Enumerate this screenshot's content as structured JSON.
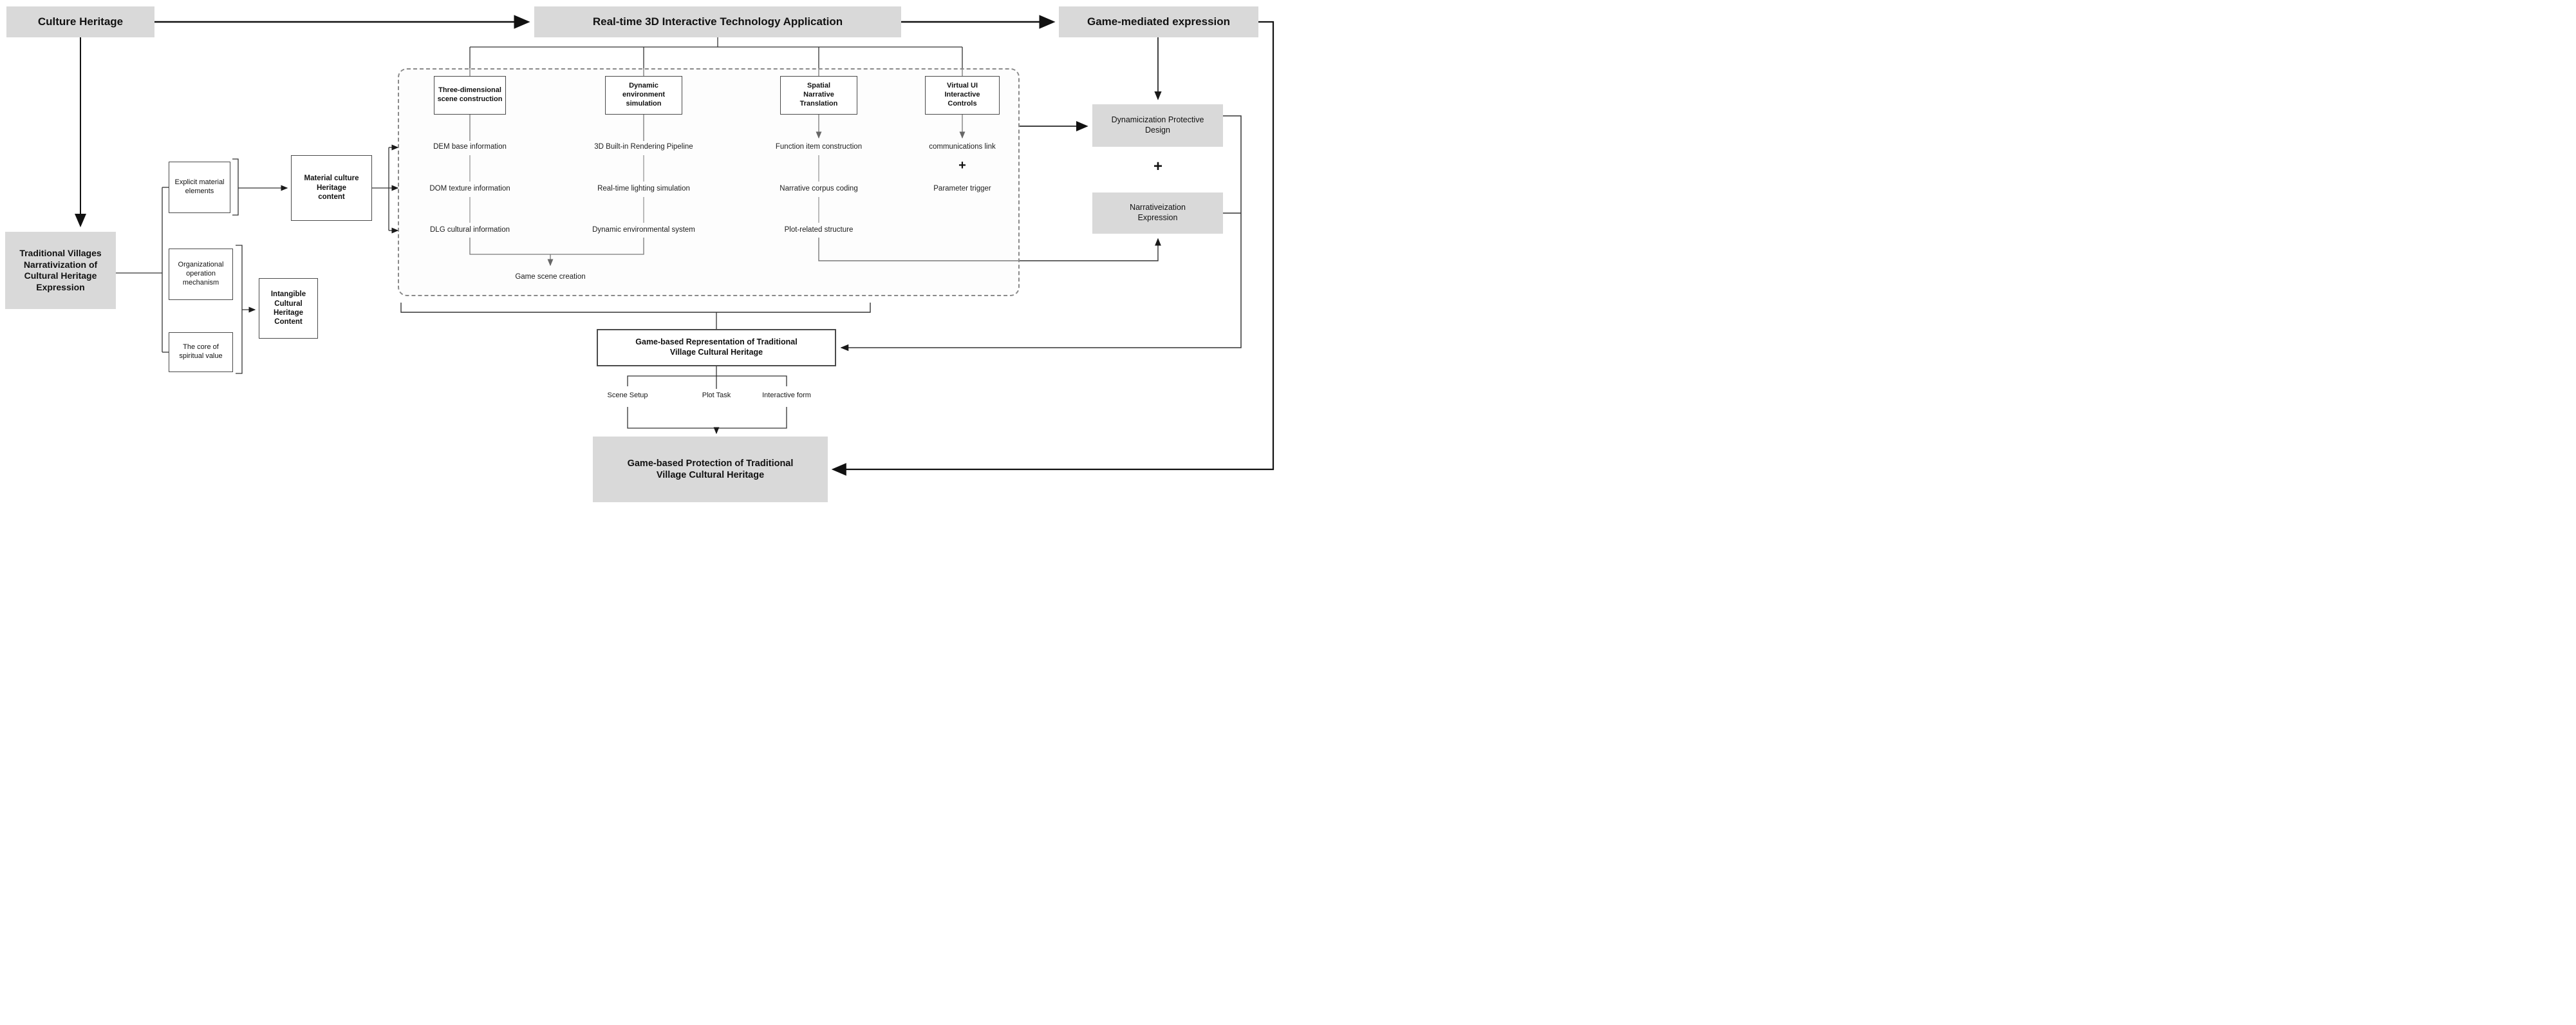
{
  "colors": {
    "node_fill_gray": "#d9d9d9",
    "node_border": "#4a4a4a",
    "line": "#1a1a1a",
    "dashed_border": "#8a8a8a"
  },
  "flow": {
    "culture_heritage": "Culture Heritage",
    "realtime_3d": "Real-time 3D Interactive Technology Application",
    "game_mediated": "Game-mediated expression"
  },
  "left_branch": {
    "traditional_villages": "Traditional Villages Narrativization of Cultural Heritage Expression",
    "explicit_material": "Explicit material elements",
    "organizational_mechanism": "Organizational operation mechanism",
    "spiritual_core": "The core of spiritual value",
    "material_heritage": "Material culture Heritage content",
    "intangible_heritage": "Intangible Cultural Heritage Content"
  },
  "module": {
    "columns": [
      {
        "title": "Three-dimensional scene construction",
        "items": [
          "DEM base information",
          "DOM texture information",
          "DLG cultural information"
        ]
      },
      {
        "title": "Dynamic environment simulation",
        "items": [
          "3D Built-in Rendering Pipeline",
          "Real-time lighting simulation",
          "Dynamic environmental system"
        ]
      },
      {
        "title": "Spatial Narrative Translation",
        "items": [
          "Function item construction",
          "Narrative corpus coding",
          "Plot-related structure"
        ]
      },
      {
        "title": "Virtual UI Interactive Controls",
        "items": [
          "communications link",
          "Parameter trigger"
        ],
        "joiner": "+"
      }
    ],
    "scene_label": "Game scene creation"
  },
  "right_branch": {
    "dynamicization": "Dynamicization Protective Design",
    "joiner": "+",
    "narrativeization": "Narrativeization Expression"
  },
  "bottom": {
    "representation": "Game-based Representation of Traditional Village Cultural Heritage",
    "aspects": [
      "Scene Setup",
      "Plot Task",
      "Interactive form"
    ],
    "protection": "Game-based Protection of Traditional Village Cultural Heritage"
  }
}
